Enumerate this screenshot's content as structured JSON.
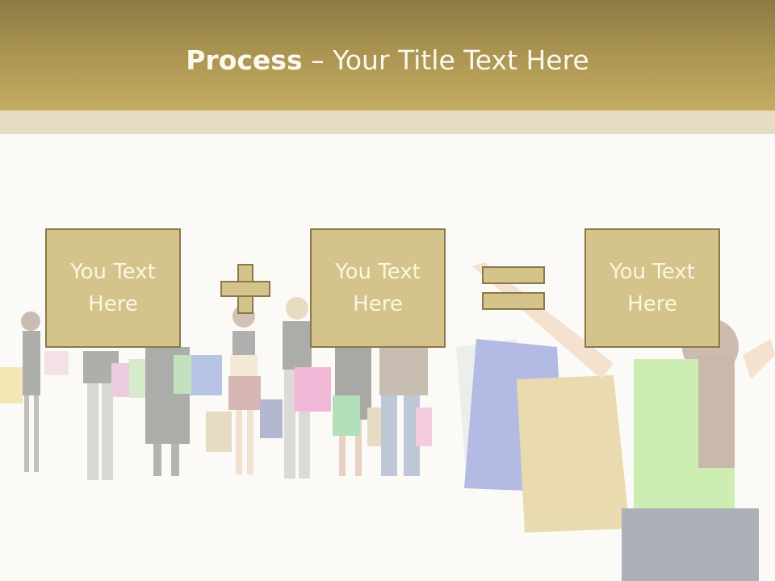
{
  "slide": {
    "title_bold": "Process",
    "title_sep": "–",
    "title_rest": "Your Title Text Here"
  },
  "process": {
    "boxes": [
      {
        "label": "You Text Here"
      },
      {
        "label": "You Text Here"
      },
      {
        "label": "You Text Here"
      }
    ],
    "operators": [
      "plus-icon",
      "equals-icon"
    ]
  },
  "colors": {
    "header": "#b59f58",
    "band": "#e6dcc4",
    "box_fill": "#d4c38a",
    "box_border": "#8a7a49",
    "box_text": "#fbf6e4",
    "title_text": "#fbf8ee",
    "background": "#fbfaf6"
  }
}
